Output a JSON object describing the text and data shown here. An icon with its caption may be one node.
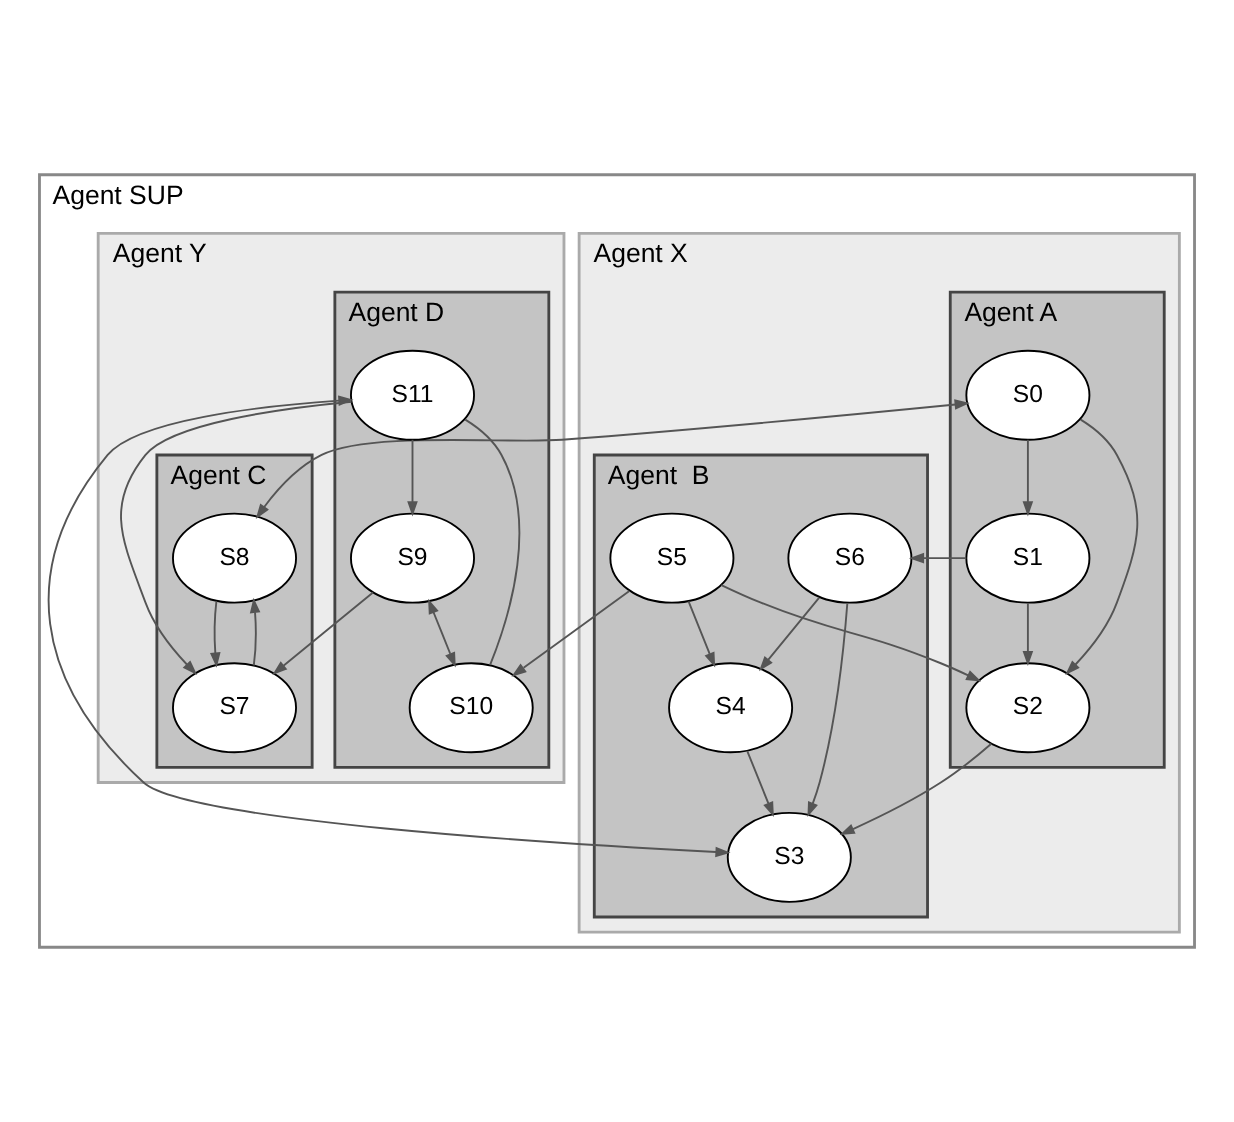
{
  "diagram": {
    "nodes": [
      {
        "text": [
          "Agent SUP"
        ]
      },
      {
        "text": [
          "Agent X"
        ],
        "in": 0
      },
      {
        "text": [
          "Agent A"
        ],
        "in": 1
      },
      {
        "text": [
          "S0"
        ],
        "in": 2
      },
      {
        "text": [
          "S1"
        ],
        "in": 2
      },
      {
        "text": [
          "S2"
        ],
        "in": 2
      },
      {
        "text": [
          "Agent  B"
        ],
        "in": 1
      },
      {
        "text": [
          "S3"
        ],
        "in": 6
      },
      {
        "text": [
          "S6"
        ],
        "in": 6
      },
      {
        "text": [
          "S4"
        ],
        "in": 6
      },
      {
        "text": [
          "S5"
        ],
        "in": 6
      },
      {
        "text": [
          "Agent Y"
        ],
        "in": 0
      },
      {
        "text": [
          "Agent C"
        ],
        "in": 11
      },
      {
        "text": [
          "S8"
        ],
        "in": 12
      },
      {
        "text": [
          "S7"
        ],
        "in": 12
      },
      {
        "text": [
          "Agent D"
        ],
        "in": 11
      },
      {
        "text": [
          "S11"
        ],
        "in": 15
      },
      {
        "text": [
          "S9"
        ],
        "in": 15
      },
      {
        "text": [
          "S10"
        ],
        "in": 15
      }
    ],
    "edges": [
      {
        "from": 3,
        "to": 13,
        "arrow": "both"
      },
      {
        "from": 3,
        "to": 4,
        "arrow": "to"
      },
      {
        "from": 3,
        "to": 5,
        "arrow": "to"
      },
      {
        "from": 4,
        "to": 5,
        "arrow": "to"
      },
      {
        "from": 4,
        "to": 8,
        "arrow": "to"
      },
      {
        "from": 5,
        "to": 7,
        "arrow": "to"
      },
      {
        "from": 10,
        "to": 5,
        "arrow": "to"
      },
      {
        "from": 16,
        "to": 7,
        "arrow": "both"
      },
      {
        "from": 8,
        "to": 7,
        "arrow": "to"
      },
      {
        "from": 8,
        "to": 9,
        "arrow": "to"
      },
      {
        "from": 9,
        "to": 7,
        "arrow": "to"
      },
      {
        "from": 10,
        "to": 9,
        "arrow": "to"
      },
      {
        "from": 10,
        "to": 18,
        "arrow": "to"
      },
      {
        "from": 13,
        "to": 14,
        "arrow": "to"
      },
      {
        "from": 14,
        "to": 13,
        "arrow": "to"
      },
      {
        "from": 16,
        "to": 14,
        "arrow": "to"
      },
      {
        "from": 17,
        "to": 14,
        "arrow": "to"
      },
      {
        "from": 16,
        "to": 17,
        "arrow": "to"
      },
      {
        "from": 16,
        "to": 18,
        "arrow": "none"
      },
      {
        "from": 17,
        "to": 18,
        "arrow": "both"
      }
    ]
  }
}
